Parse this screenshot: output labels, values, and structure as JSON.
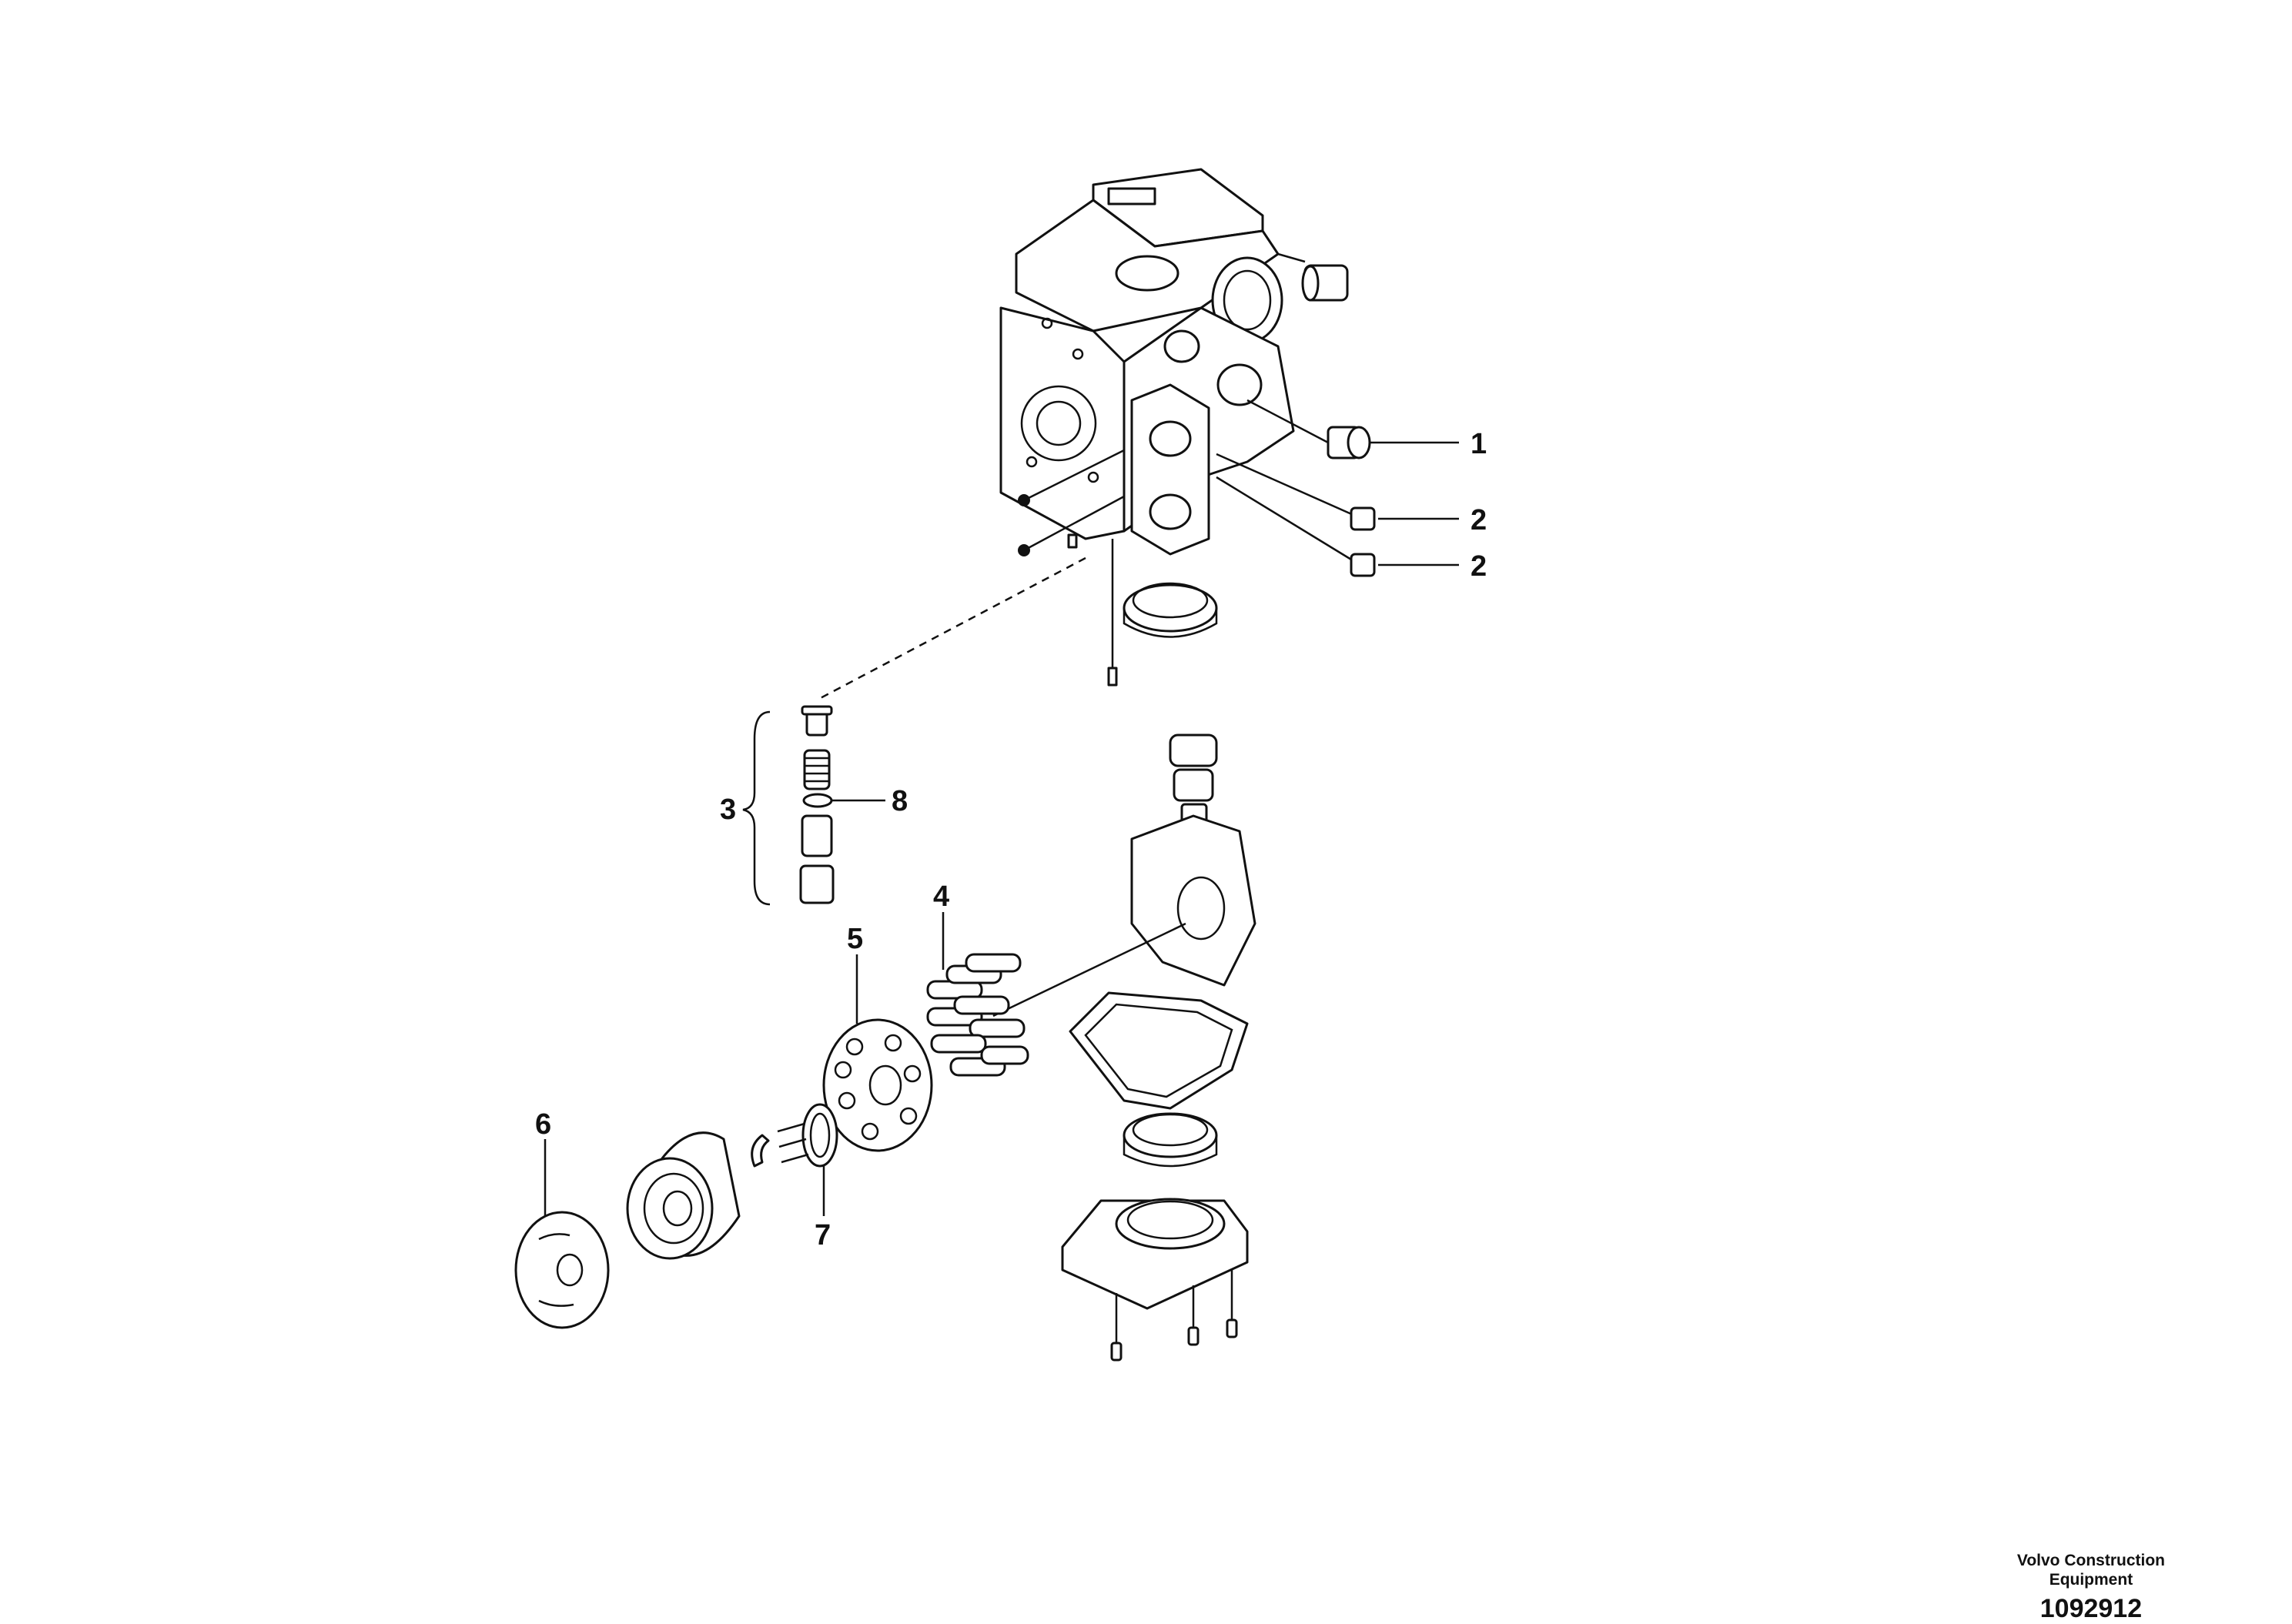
{
  "callouts": [
    {
      "id": "1",
      "label": "1"
    },
    {
      "id": "2a",
      "label": "2"
    },
    {
      "id": "2b",
      "label": "2"
    },
    {
      "id": "3",
      "label": "3"
    },
    {
      "id": "4",
      "label": "4"
    },
    {
      "id": "5",
      "label": "5"
    },
    {
      "id": "6",
      "label": "6"
    },
    {
      "id": "7",
      "label": "7"
    },
    {
      "id": "8",
      "label": "8"
    }
  ],
  "footer": {
    "brand_line1": "Volvo Construction",
    "brand_line2": "Equipment",
    "document_number": "1092912"
  }
}
